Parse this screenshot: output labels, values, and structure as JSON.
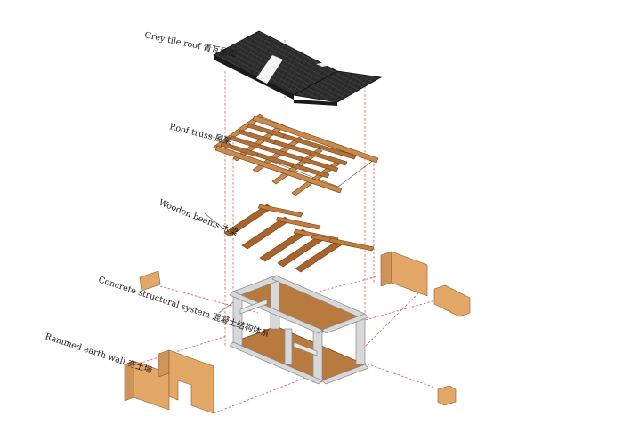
{
  "labels": {
    "roof": "Grey tile roof 青瓦屋面",
    "truss": "Roof truss 屋架",
    "beams": "Wooden beams 木梁",
    "concrete": "Concrete structural system 混凝土结构体系",
    "rammed": "Rammed earth wall 夯土墙"
  },
  "colors": {
    "roof": "#2a2a2a",
    "timber": "#a8642a",
    "timber_dark": "#6e3f16",
    "concrete": "#d8d8d8",
    "earth": "#e3a867",
    "guide": "#d9534f"
  }
}
